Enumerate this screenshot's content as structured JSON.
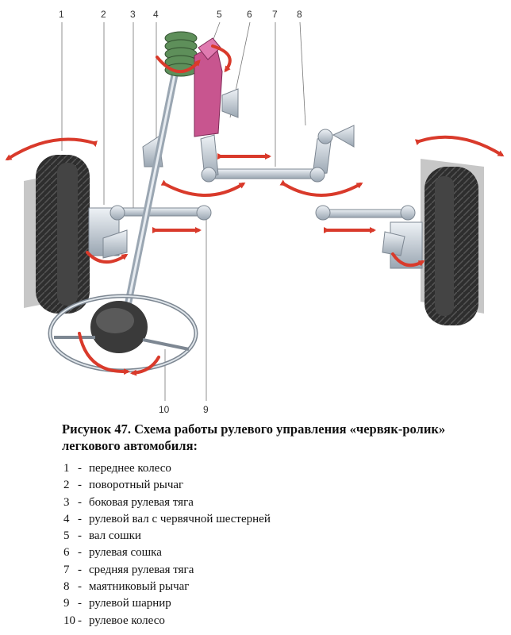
{
  "callouts": [
    {
      "num": "1"
    },
    {
      "num": "2"
    },
    {
      "num": "3"
    },
    {
      "num": "4"
    },
    {
      "num": "5"
    },
    {
      "num": "6"
    },
    {
      "num": "7"
    },
    {
      "num": "8"
    },
    {
      "num": "9"
    },
    {
      "num": "10"
    }
  ],
  "caption": {
    "line1": "Рисунок 47. Схема работы рулевого управления «червяк-ролик»",
    "line2": "легкового автомобиля:"
  },
  "legend": [
    {
      "num": "1",
      "dash": "-",
      "text": "переднее колесо"
    },
    {
      "num": "2",
      "dash": "-",
      "text": "поворотный рычаг"
    },
    {
      "num": "3",
      "dash": "-",
      "text": "боковая рулевая тяга"
    },
    {
      "num": "4",
      "dash": "-",
      "text": "рулевой вал с червячной шестерней"
    },
    {
      "num": "5",
      "dash": "-",
      "text": "вал сошки"
    },
    {
      "num": "6",
      "dash": "-",
      "text": "рулевая сошка"
    },
    {
      "num": "7",
      "dash": "-",
      "text": "средняя рулевая тяга"
    },
    {
      "num": "8",
      "dash": "-",
      "text": "маятниковый рычаг"
    },
    {
      "num": "9",
      "dash": "-",
      "text": "рулевой шарнир"
    },
    {
      "num": "10",
      "dash": "-",
      "text": "рулевое колесо"
    }
  ],
  "colors": {
    "arrow": "#d93a2b",
    "tire": "#2e2e2e",
    "metal": "#c9d2dc",
    "spring": "#5e8f5a",
    "gearbox": "#c8558f",
    "wheel_shadow": "#b9b9b9"
  }
}
